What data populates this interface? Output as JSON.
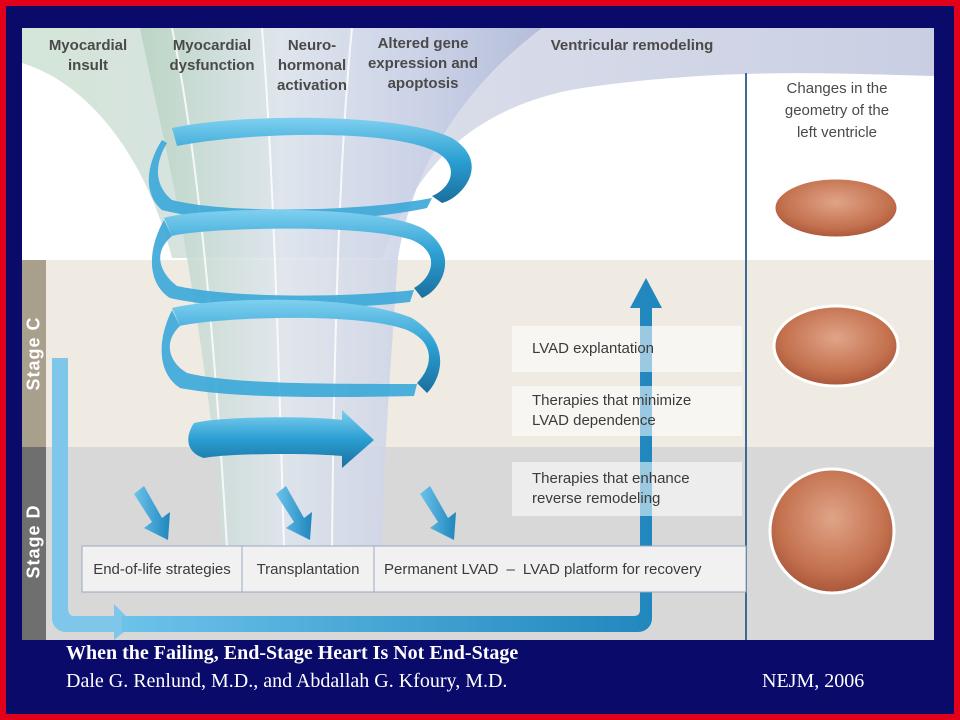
{
  "figure": {
    "columns": [
      "Myocardial\ninsult",
      "Myocardial\ndysfunction",
      "Neuro-\nhormonal\nactivation",
      "Altered gene\nexpression and\napoptosis",
      "Ventricular remodeling"
    ],
    "right_header": "Changes in the\ngeometry of the\nleft ventricle",
    "stages": {
      "c": "Stage C",
      "d": "Stage D"
    },
    "therapy_boxes": [
      "LVAD explantation",
      "Therapies that minimize\nLVAD dependence",
      "Therapies that enhance\nreverse remodeling"
    ],
    "bottom_row": {
      "end_of_life": "End-of-life strategies",
      "transplantation": "Transplantation",
      "permanent_lvad": "Permanent LVAD",
      "dash": "–",
      "platform": "LVAD platform for recovery"
    },
    "colors": {
      "arrow": "#2b9fd2",
      "stage_c_band": "#a99f8d",
      "stage_d_band": "#6f6f6f",
      "funnel": "#c6cde3",
      "ventricle": "#c8785a"
    }
  },
  "caption": {
    "title": "When the Failing, End-Stage Heart Is Not End-Stage",
    "authors": "Dale G. Renlund, M.D., and Abdallah G. Kfoury, M.D.",
    "journal": "NEJM, 2006"
  }
}
